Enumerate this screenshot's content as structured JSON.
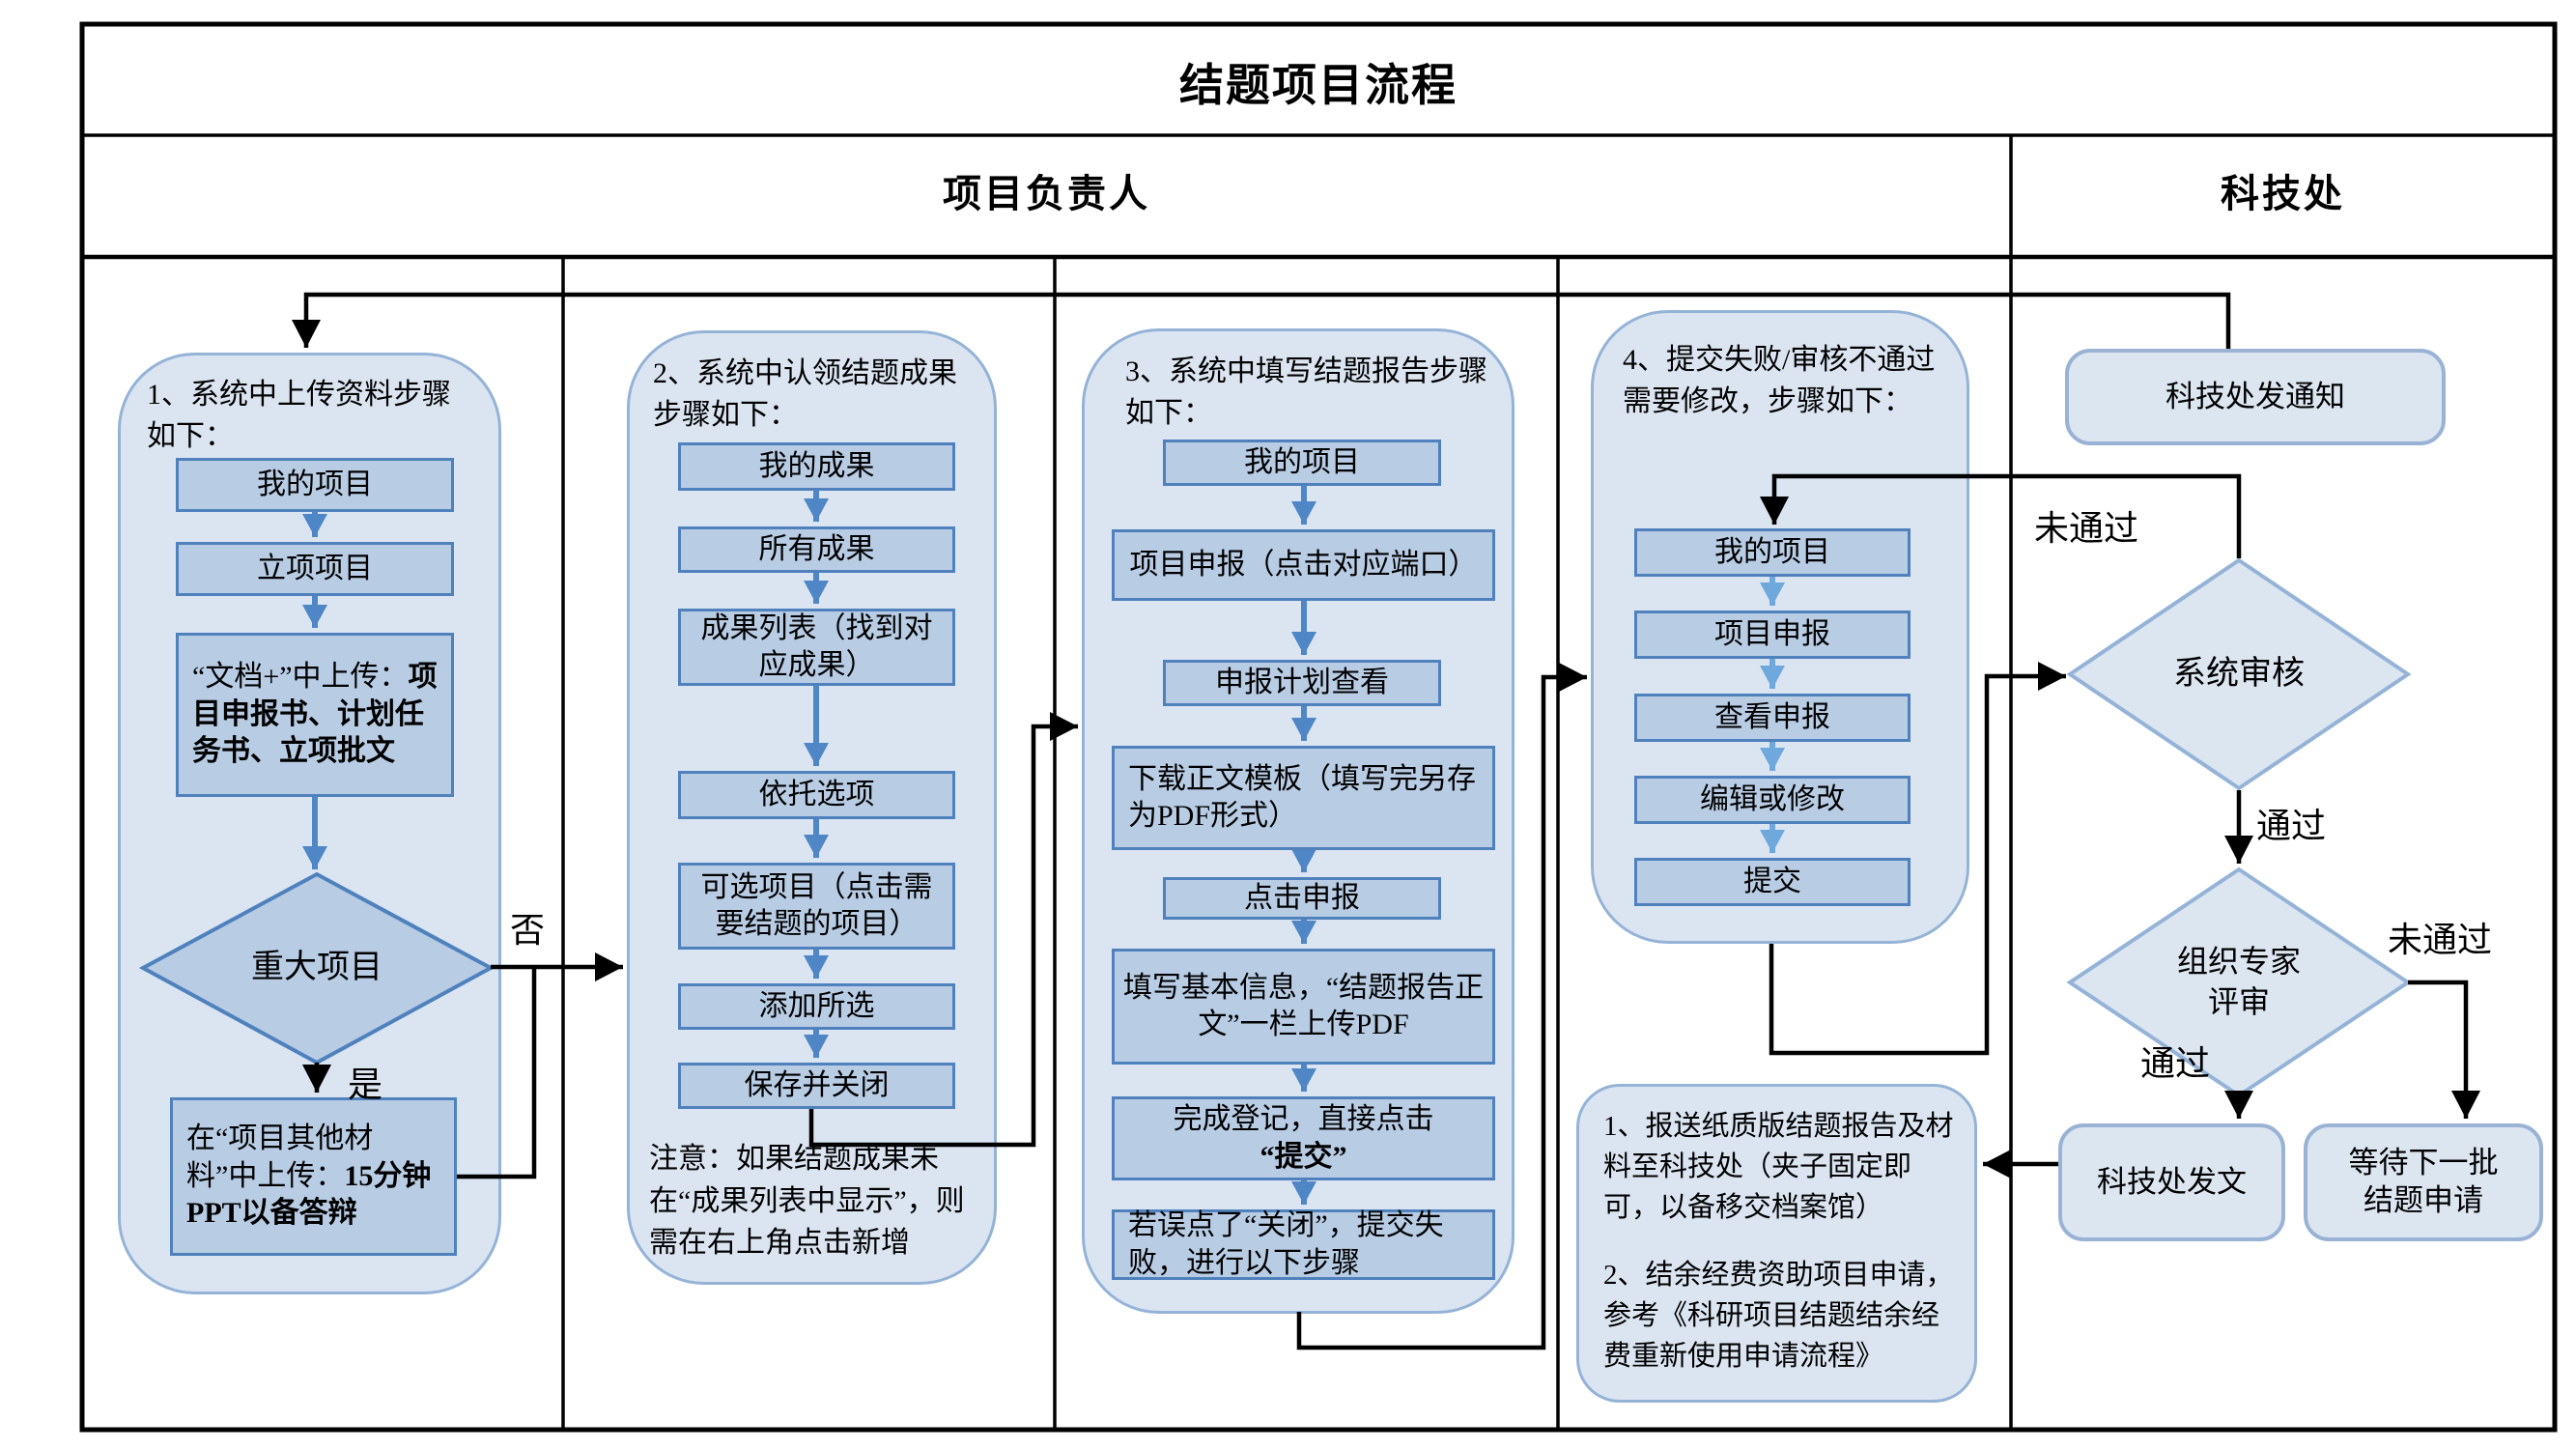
{
  "title": "结题项目流程",
  "header": {
    "left_lane": "项目负责人",
    "right_lane": "科技处"
  },
  "lane1": {
    "step_intro": "1、系统中上传资料步骤如下：",
    "steps": [
      "我的项目",
      "立项项目"
    ],
    "upload_box": {
      "pre": "“文档+”中上传：",
      "bold": "项目申报书、计划任务书、立项批文"
    },
    "decision": "重大项目",
    "yes_label": "是",
    "no_label": "否",
    "ppt_box": {
      "pre": "在“项目其他材料”中上传：",
      "bold": "15分钟PPT以备答辩"
    }
  },
  "lane2": {
    "step_intro": "2、系统中认领结题成果步骤如下：",
    "steps": [
      "我的成果",
      "所有成果",
      "成果列表（找到对应成果）",
      "依托选项",
      "可选项目（点击需要结题的项目）",
      "添加所选",
      "保存并关闭"
    ],
    "note": "注意：如果结题成果未在“成果列表中显示”，则需在右上角点击新增"
  },
  "lane3": {
    "step_intro": "3、系统中填写结题报告步骤如下：",
    "steps": [
      "我的项目",
      "项目申报（点击对应端口）",
      "申报计划查看",
      "下载正文模板（填写完另存为PDF形式）",
      "点击申报",
      "填写基本信息，“结题报告正文”一栏上传PDF"
    ],
    "submit_box": {
      "pre": "完成登记，直接点击",
      "bold": "“提交”"
    },
    "fail_box": "若误点了“关闭”，提交失败，进行以下步骤"
  },
  "lane4": {
    "step_intro": "4、提交失败/审核不通过需要修改，步骤如下：",
    "steps": [
      "我的项目",
      "项目申报",
      "查看申报",
      "编辑或修改",
      "提交"
    ],
    "note1": "1、报送纸质版结题报告及材料至科技处（夹子固定即可，以备移交档案馆）",
    "note2": "2、结余经费资助项目申请，参考《科研项目结题结余经费重新使用申请流程》"
  },
  "lane5": {
    "notice_box": "科技处发通知",
    "decision_system": "系统审核",
    "decision_expert": "组织专家评审",
    "fail_label_1": "未通过",
    "pass_label_1": "通过",
    "fail_label_2": "未通过",
    "pass_label_2": "通过",
    "dispatch_box": "科技处发文",
    "wait_box": "等待下一批结题申请"
  },
  "colors": {
    "container_fill": "#dbe5f1",
    "container_border": "#95b3d7",
    "step_fill": "#b8cce4",
    "step_border": "#4f81bd",
    "connector": "#000000",
    "flow_arrow": "#4f86c6",
    "flow_arrow_light": "#6fa8dc"
  }
}
